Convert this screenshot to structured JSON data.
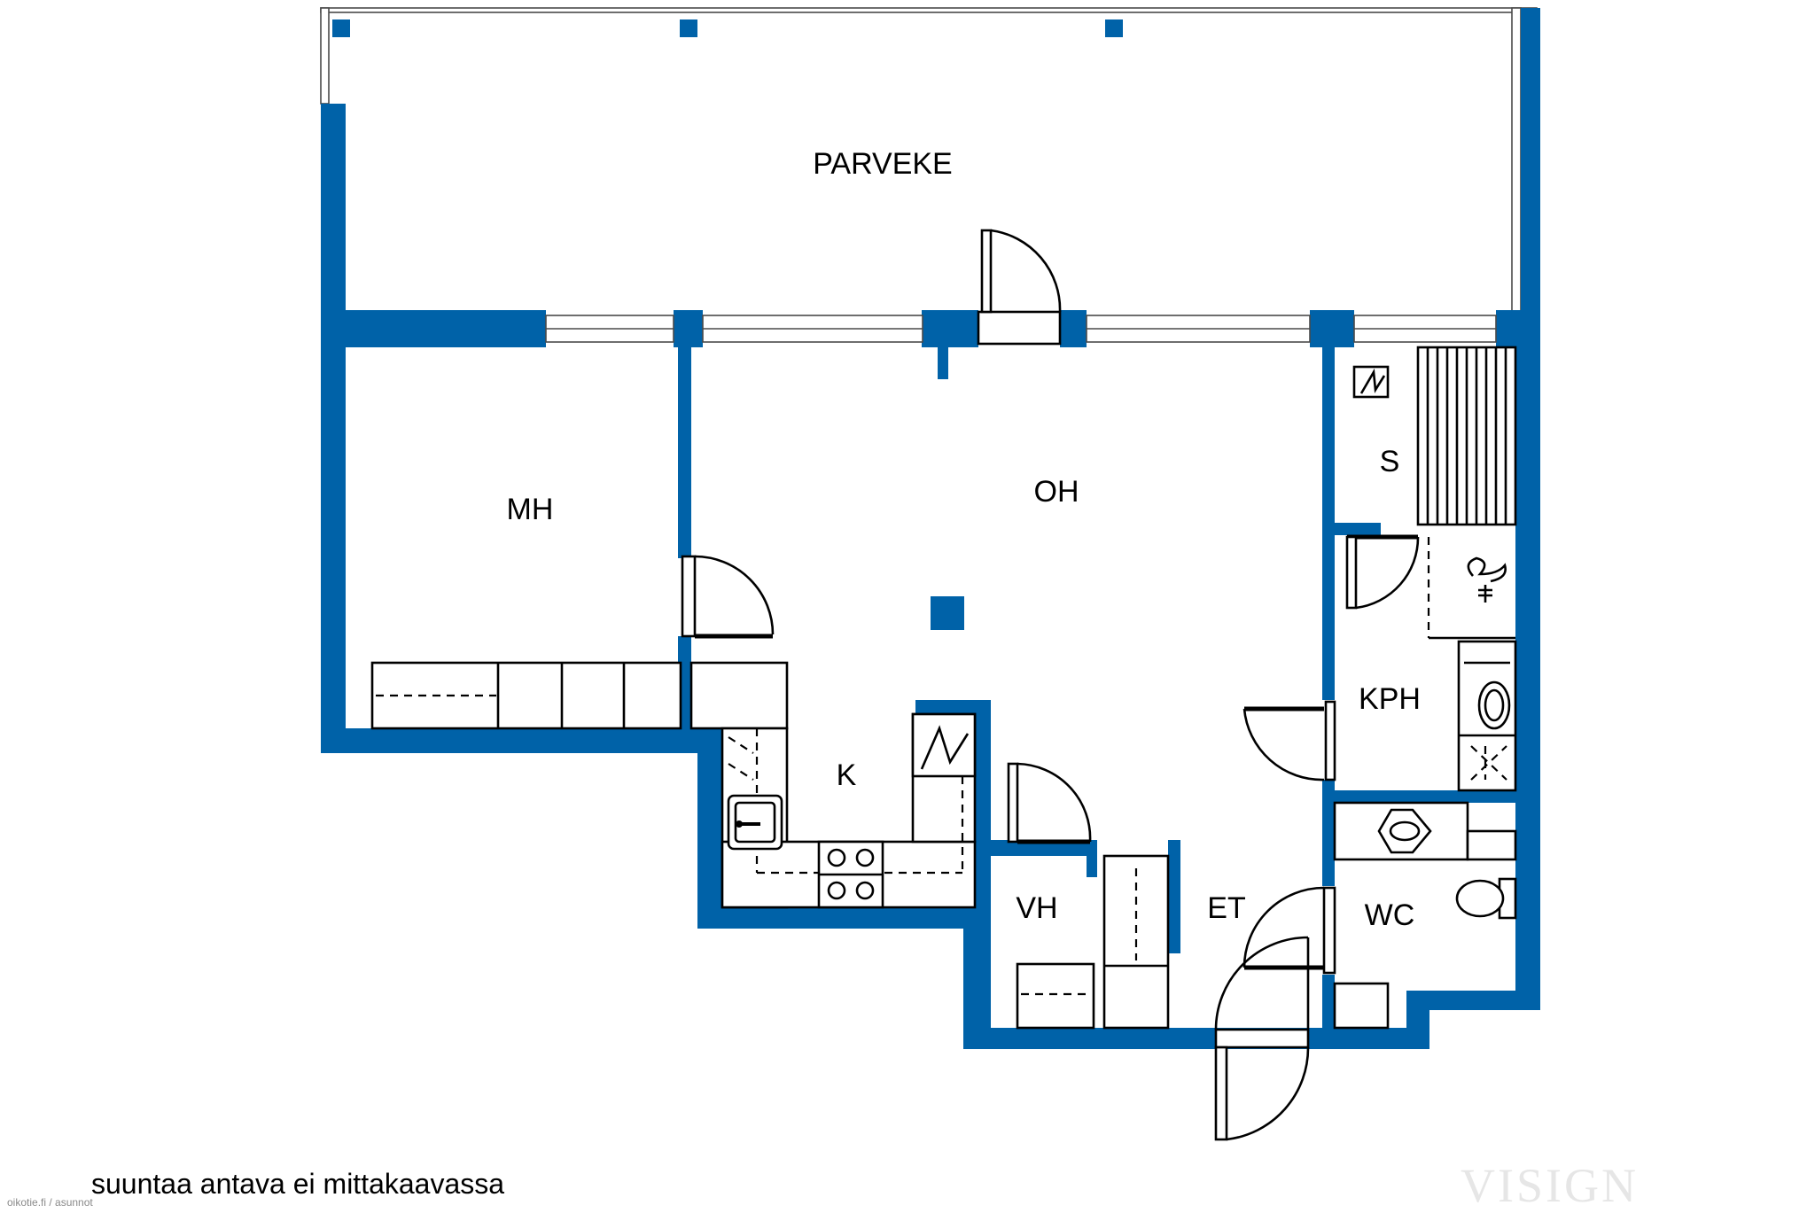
{
  "rooms": {
    "balcony": "PARVEKE",
    "bedroom": "MH",
    "living_room": "OH",
    "sauna": "S",
    "bathroom": "KPH",
    "kitchen": "K",
    "wardrobe": "VH",
    "hallway": "ET",
    "toilet": "WC"
  },
  "caption": "suuntaa antava ei mittakaavassa",
  "credit": "oikotie.fi / asunnot",
  "watermark": "VISIGN",
  "colors": {
    "wall": "#0062a8",
    "line": "#000000",
    "background": "#ffffff"
  }
}
